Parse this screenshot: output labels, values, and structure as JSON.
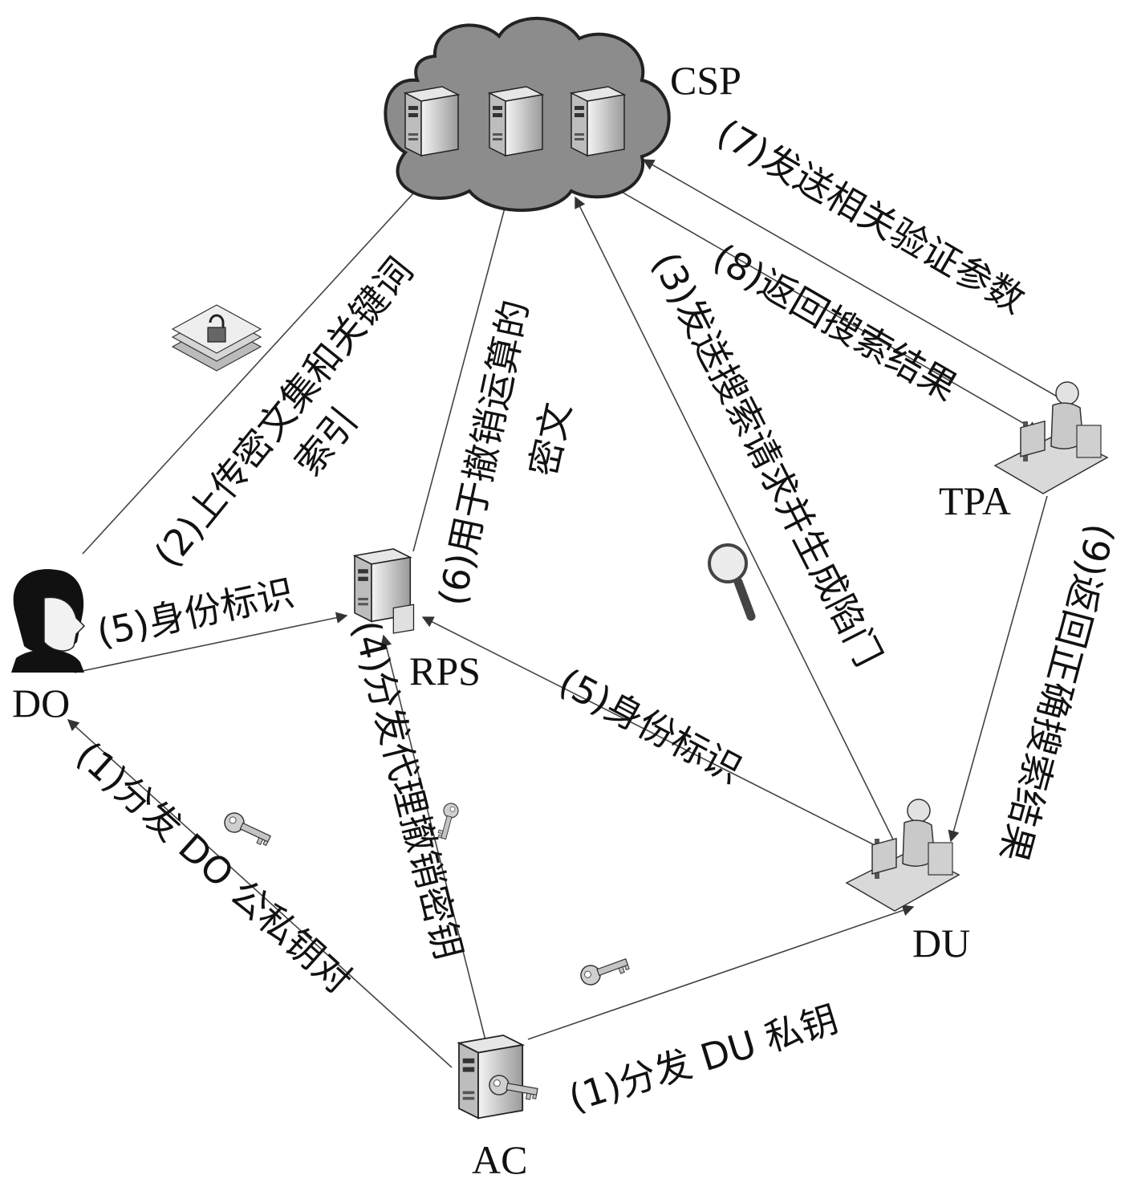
{
  "nodes": {
    "csp": "CSP",
    "do": "DO",
    "rps": "RPS",
    "tpa": "TPA",
    "du": "DU",
    "ac": "AC"
  },
  "edges": {
    "e1_do": "(1)分发 DO 公私钥对",
    "e1_du": "(1)分发 DU 私钥",
    "e2_line1": "(2)上传密文集和关键词",
    "e2_line2": "索引",
    "e3": "(3)发送搜索请求并生成陷门",
    "e4": "(4)分发代理撤销密钥",
    "e5_do": "(5)身份标识",
    "e5_du": "(5)身份标识",
    "e6_line1": "(6)用于撤销运算的",
    "e6_line2": "密文",
    "e7": "(7)发送相关验证参数",
    "e8": "(8)返回搜索结果",
    "e9": "(9)返回正确搜索结果"
  },
  "icons": [
    "cloud-icon",
    "server-icon",
    "person-icon",
    "workstation-icon",
    "key-icon",
    "lock-icon",
    "magnifier-icon"
  ]
}
